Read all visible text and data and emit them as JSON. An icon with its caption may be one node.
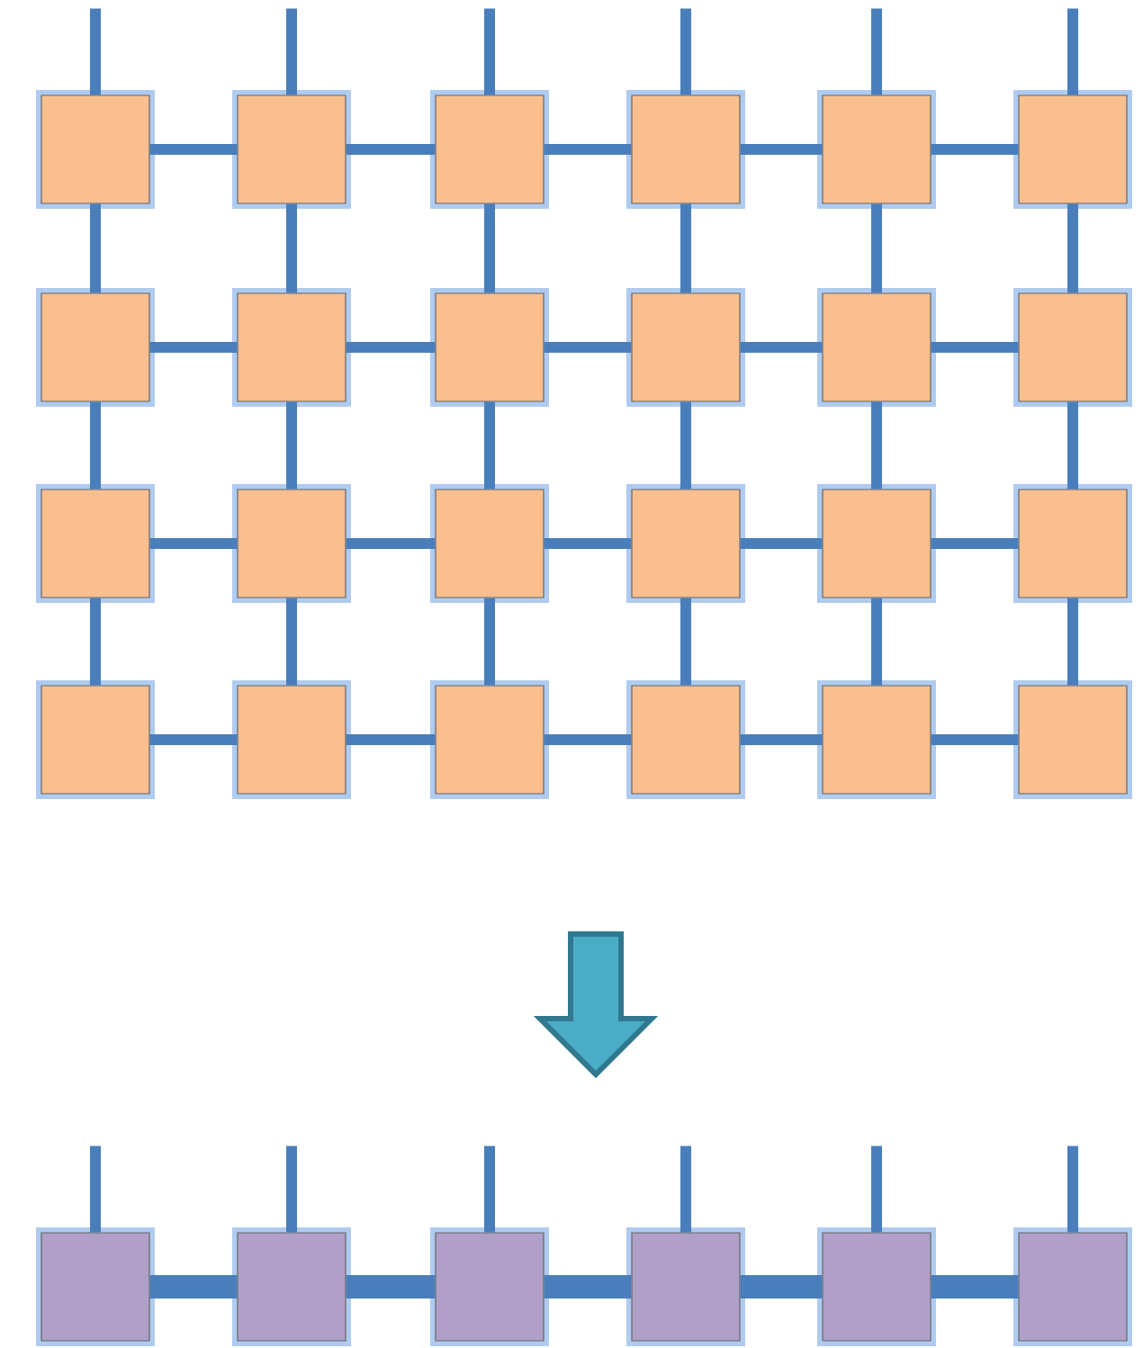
{
  "diagram": {
    "nodes": [
      {
        "text": [],
        "shape": "box"
      },
      {
        "text": [],
        "shape": "box"
      },
      {
        "text": [],
        "shape": "box"
      },
      {
        "text": [],
        "shape": "box"
      },
      {
        "text": [],
        "shape": "box"
      },
      {
        "text": [],
        "shape": "box"
      },
      {
        "text": [],
        "shape": "box"
      },
      {
        "text": [],
        "shape": "box"
      },
      {
        "text": [],
        "shape": "box"
      },
      {
        "text": [],
        "shape": "box"
      },
      {
        "text": [],
        "shape": "box"
      },
      {
        "text": [],
        "shape": "box"
      },
      {
        "text": [],
        "shape": "box"
      },
      {
        "text": [],
        "shape": "box"
      },
      {
        "text": [],
        "shape": "box"
      },
      {
        "text": [],
        "shape": "box"
      },
      {
        "text": [],
        "shape": "box"
      },
      {
        "text": [],
        "shape": "box"
      },
      {
        "text": [],
        "shape": "box"
      },
      {
        "text": [],
        "shape": "box"
      },
      {
        "text": [],
        "shape": "box"
      },
      {
        "text": [],
        "shape": "box"
      },
      {
        "text": [],
        "shape": "box"
      },
      {
        "text": [],
        "shape": "box"
      },
      {
        "text": [],
        "shape": "box"
      },
      {
        "text": [],
        "shape": "box"
      },
      {
        "text": [],
        "shape": "box"
      },
      {
        "text": [],
        "shape": "box"
      },
      {
        "text": [],
        "shape": "box"
      },
      {
        "text": [],
        "shape": "box"
      }
    ],
    "edges": [
      {
        "from": null,
        "to": 0,
        "arrow": "none"
      },
      {
        "from": null,
        "to": 1,
        "arrow": "none"
      },
      {
        "from": null,
        "to": 2,
        "arrow": "none"
      },
      {
        "from": null,
        "to": 3,
        "arrow": "none"
      },
      {
        "from": null,
        "to": 4,
        "arrow": "none"
      },
      {
        "from": null,
        "to": 5,
        "arrow": "none"
      },
      {
        "from": 0,
        "to": 1,
        "arrow": "none"
      },
      {
        "from": 1,
        "to": 2,
        "arrow": "none"
      },
      {
        "from": 2,
        "to": 3,
        "arrow": "none"
      },
      {
        "from": 3,
        "to": 4,
        "arrow": "none"
      },
      {
        "from": 4,
        "to": 5,
        "arrow": "none"
      },
      {
        "from": 0,
        "to": 6,
        "arrow": "none"
      },
      {
        "from": 1,
        "to": 7,
        "arrow": "none"
      },
      {
        "from": 2,
        "to": 8,
        "arrow": "none"
      },
      {
        "from": 3,
        "to": 9,
        "arrow": "none"
      },
      {
        "from": 4,
        "to": 10,
        "arrow": "none"
      },
      {
        "from": 5,
        "to": 11,
        "arrow": "none"
      },
      {
        "from": 6,
        "to": 7,
        "arrow": "none"
      },
      {
        "from": 7,
        "to": 8,
        "arrow": "none"
      },
      {
        "from": 8,
        "to": 9,
        "arrow": "none"
      },
      {
        "from": 9,
        "to": 10,
        "arrow": "none"
      },
      {
        "from": 10,
        "to": 11,
        "arrow": "none"
      },
      {
        "from": 6,
        "to": 12,
        "arrow": "none"
      },
      {
        "from": 7,
        "to": 13,
        "arrow": "none"
      },
      {
        "from": 8,
        "to": 14,
        "arrow": "none"
      },
      {
        "from": 9,
        "to": 15,
        "arrow": "none"
      },
      {
        "from": 10,
        "to": 16,
        "arrow": "none"
      },
      {
        "from": 11,
        "to": 17,
        "arrow": "none"
      },
      {
        "from": 12,
        "to": 13,
        "arrow": "none"
      },
      {
        "from": 13,
        "to": 14,
        "arrow": "none"
      },
      {
        "from": 14,
        "to": 15,
        "arrow": "none"
      },
      {
        "from": 15,
        "to": 16,
        "arrow": "none"
      },
      {
        "from": 16,
        "to": 17,
        "arrow": "none"
      },
      {
        "from": 12,
        "to": 18,
        "arrow": "none"
      },
      {
        "from": 13,
        "to": 19,
        "arrow": "none"
      },
      {
        "from": 14,
        "to": 20,
        "arrow": "none"
      },
      {
        "from": 15,
        "to": 21,
        "arrow": "none"
      },
      {
        "from": 16,
        "to": 22,
        "arrow": "none"
      },
      {
        "from": 17,
        "to": 23,
        "arrow": "none"
      },
      {
        "from": 18,
        "to": 19,
        "arrow": "none"
      },
      {
        "from": 19,
        "to": 20,
        "arrow": "none"
      },
      {
        "from": 20,
        "to": 21,
        "arrow": "none"
      },
      {
        "from": 21,
        "to": 22,
        "arrow": "none"
      },
      {
        "from": 22,
        "to": 23,
        "arrow": "none"
      },
      {
        "from": null,
        "to": 24,
        "arrow": "none"
      },
      {
        "from": null,
        "to": 25,
        "arrow": "none"
      },
      {
        "from": null,
        "to": 26,
        "arrow": "none"
      },
      {
        "from": null,
        "to": 27,
        "arrow": "none"
      },
      {
        "from": null,
        "to": 28,
        "arrow": "none"
      },
      {
        "from": null,
        "to": 29,
        "arrow": "none"
      },
      {
        "from": 24,
        "to": 25,
        "arrow": "none",
        "style": "thick"
      },
      {
        "from": 25,
        "to": 26,
        "arrow": "none",
        "style": "thick"
      },
      {
        "from": 26,
        "to": 27,
        "arrow": "none",
        "style": "thick"
      },
      {
        "from": 27,
        "to": 28,
        "arrow": "none",
        "style": "thick"
      },
      {
        "from": 28,
        "to": 29,
        "arrow": "none",
        "style": "thick"
      }
    ]
  }
}
